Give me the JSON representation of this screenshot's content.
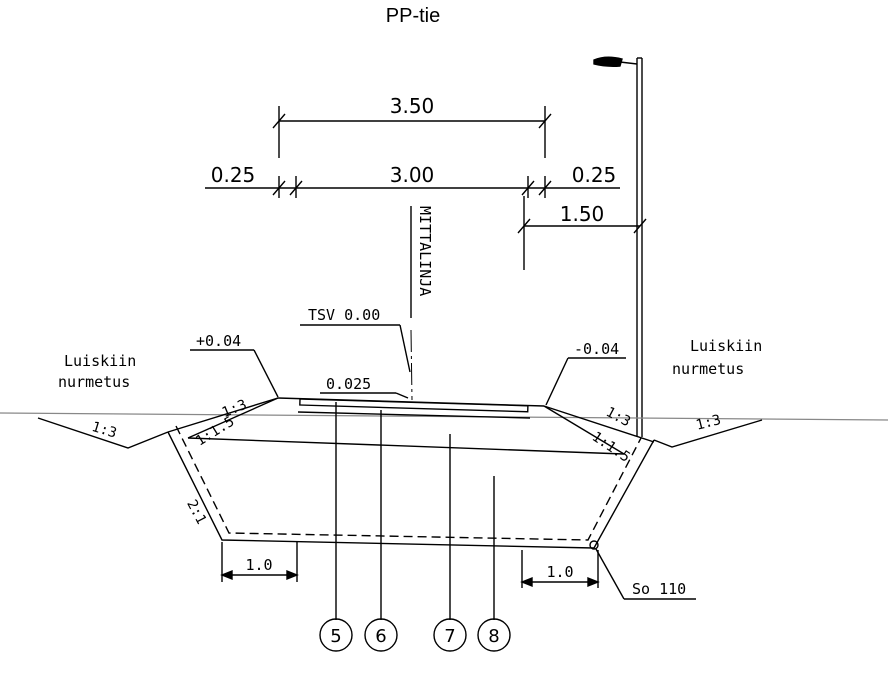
{
  "title": "PP-tie",
  "dimensions": {
    "top_width": "3.50",
    "left_shoulder": "0.25",
    "carriageway": "3.00",
    "right_shoulder": "0.25",
    "to_pole": "1.50"
  },
  "labels": {
    "centerline": "MITTALINJA",
    "tsv": "TSV 0.00",
    "left_slope_pct": "+0.04",
    "right_slope_pct": "-0.04",
    "crossfall": "0.025",
    "left_note_line1": "Luiskiin",
    "left_note_line2": "nurmetus",
    "right_note_line1": "Luiskiin",
    "right_note_line2": "nurmetus",
    "drain": "So 110",
    "bottom_left_dim": "1.0",
    "bottom_right_dim": "1.0"
  },
  "slopes": {
    "left_ditch": "1:3",
    "left_embankment": "1:3",
    "left_inner": "1:1.5",
    "left_lower": "2:1",
    "right_embankment": "1:3",
    "right_inner": "1:1.5",
    "right_ditch": "1:3"
  },
  "layers": [
    "5",
    "6",
    "7",
    "8"
  ]
}
